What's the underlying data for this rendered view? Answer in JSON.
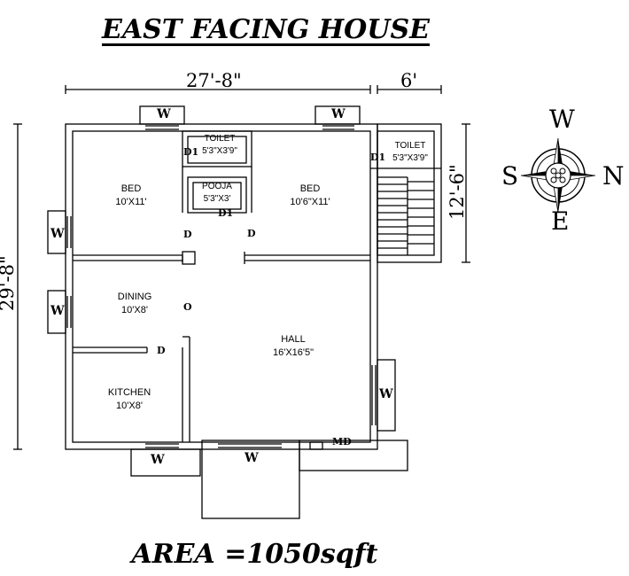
{
  "title": "EAST FACING HOUSE",
  "area": "AREA =1050sqft",
  "dimensions": {
    "main_width": "27'-8\"",
    "side_width": "6'",
    "total_height": "29'-8\"",
    "side_height": "12'-6\""
  },
  "rooms": {
    "bed1": {
      "name": "BED",
      "size": "10'X11'"
    },
    "bed2": {
      "name": "BED",
      "size": "10'6\"X11'"
    },
    "toilet1": {
      "name": "TOILET",
      "size": "5'3\"X3'9\""
    },
    "toilet2": {
      "name": "TOILET",
      "size": "5'3\"X3'9\""
    },
    "pooja": {
      "name": "POOJA",
      "size": "5'3\"X3'"
    },
    "dining": {
      "name": "DINING",
      "size": "10'X8'"
    },
    "kitchen": {
      "name": "KITCHEN",
      "size": "10'X8'"
    },
    "hall": {
      "name": "HALL",
      "size": "16'X16'5\""
    }
  },
  "markers": {
    "window": "W",
    "door": "D",
    "door1": "D1",
    "main_door": "MD",
    "opening": "O"
  },
  "compass": {
    "north": "N",
    "south": "S",
    "east": "E",
    "west": "W"
  }
}
